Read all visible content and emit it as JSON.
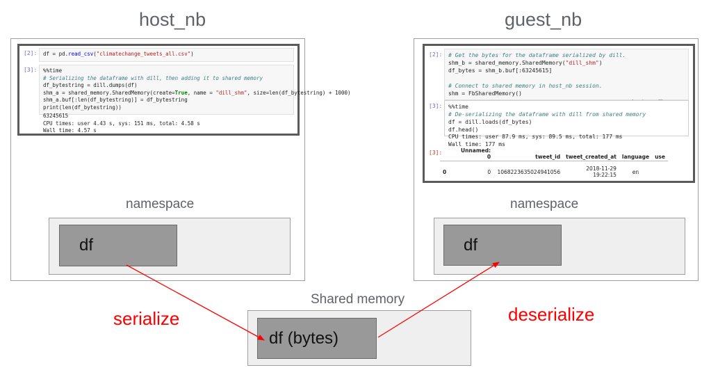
{
  "host": {
    "title": "host_nb",
    "namespace_label": "namespace",
    "var_label": "df",
    "cell1": {
      "prompt": "[2]:",
      "code_prefix": "df = pd.",
      "code_fn": "read_csv",
      "code_open": "(",
      "code_str": "\"climatechange_tweets_all.csv\"",
      "code_close": ")"
    },
    "cell2": {
      "prompt": "[3]:",
      "line1": "%%time",
      "line2": "# Serializing the dataframe with dill, then adding it to shared memory",
      "line3": "df_bytestring = dill.dumps(df)",
      "line4a": "shm_a = shared_memory.SharedMemory(create=",
      "line4b": "True",
      "line4c": ", name = ",
      "line4d": "\"dill_shm\"",
      "line4e": ", size=len(df_bytestring) + 1000)",
      "line5": "shm_a.buf[:len(df_bytestring)] = df_bytestring",
      "line6": "print(len(df_bytestring))",
      "out1": "63245615",
      "out2": "CPU times: user 4.43 s, sys: 151 ms, total: 4.58 s",
      "out3": "Wall time: 4.57 s"
    }
  },
  "guest": {
    "title": "guest_nb",
    "namespace_label": "namespace",
    "var_label": "df",
    "cell1": {
      "prompt": "[2]:",
      "line1": "# Get the bytes for the dataframe serialized by dill.",
      "line2a": "shm_b = shared_memory.SharedMemory(",
      "line2b": "\"dill_shm\"",
      "line2c": ")",
      "line3": "df_bytes = shm_b.buf[:63245615]",
      "line4": "",
      "line5": "# Connect to shared memory in host_nb session.",
      "line6": "shm = FbSharedMemory()"
    },
    "cell2": {
      "prompt": "[3]:",
      "toolbar": "⧉↑↓⤓⊤▮",
      "line1": "%%time",
      "line2": "# De-serializing the dataframe with dill from shared memory",
      "line3": "df = dill.loads(df_bytes)",
      "line4": "df.head()",
      "out1": "CPU times: user 87.9 ms, sys: 89.5 ms, total: 177 ms",
      "out2": "Wall time: 177 ms"
    },
    "table": {
      "prompt": "[3]:",
      "headers": [
        "",
        "Unnamed:\n0",
        "tweet_id",
        "tweet_created_at",
        "language",
        "use"
      ],
      "row": [
        "0",
        "0",
        "1068223635024941056",
        "2018-11-29\n19:22:15",
        "en",
        ""
      ]
    }
  },
  "shared": {
    "label": "Shared memory",
    "var_label": "df (bytes)"
  },
  "arrows": {
    "serialize": "serialize",
    "deserialize": "deserialize"
  },
  "colors": {
    "arrow": "#ff0000",
    "label": "#ff0000"
  }
}
